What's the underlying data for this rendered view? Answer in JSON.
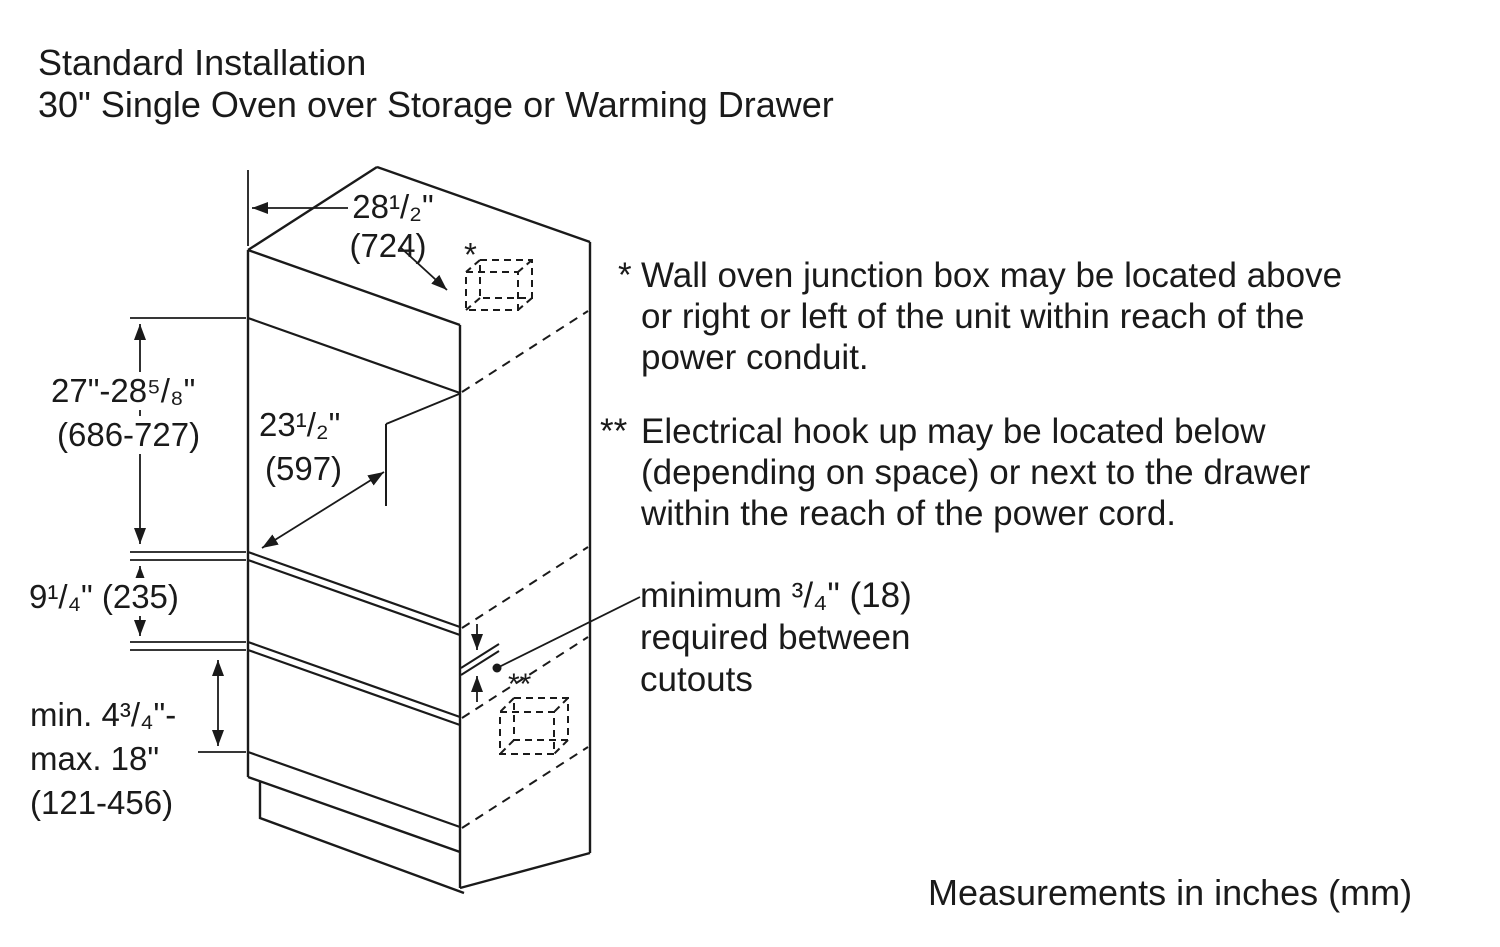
{
  "title": {
    "line1": "Standard Installation",
    "line2": "30\" Single Oven over Storage or Warming Drawer"
  },
  "dimensions": {
    "cutout_width": {
      "inches": "28¹/₂\"",
      "mm": "(724)"
    },
    "upper_cutout_height": {
      "inches": "27\"-28⁵/₈\"",
      "mm": "(686-727)"
    },
    "oven_cutout_height": {
      "inches": "23¹/₂\"",
      "mm": "(597)"
    },
    "between_cutouts": {
      "inches_mm": "9¹/₄\" (235)"
    },
    "drawer_cutout": {
      "line1": "min. 4³/₄\"-",
      "line2": "max. 18\"",
      "line3": "(121-456)"
    }
  },
  "markers": {
    "junction_box": "*",
    "electrical_hookup": "**"
  },
  "notes": {
    "junction_box": {
      "marker": "*",
      "line1": "Wall oven junction box may be located above",
      "line2": "or right or left of the unit within reach of the",
      "line3": "power conduit."
    },
    "electrical_hookup": {
      "marker": "**",
      "line1": "Electrical hook up may be located below",
      "line2": "(depending on space) or next to the drawer",
      "line3": "within the reach of the power cord."
    },
    "min_gap": {
      "line1": "minimum ³/₄\" (18)",
      "line2": "required between",
      "line3": "cutouts"
    }
  },
  "footer": "Measurements in inches (mm)",
  "colors": {
    "line": "#1a1a1a",
    "background": "#ffffff"
  }
}
